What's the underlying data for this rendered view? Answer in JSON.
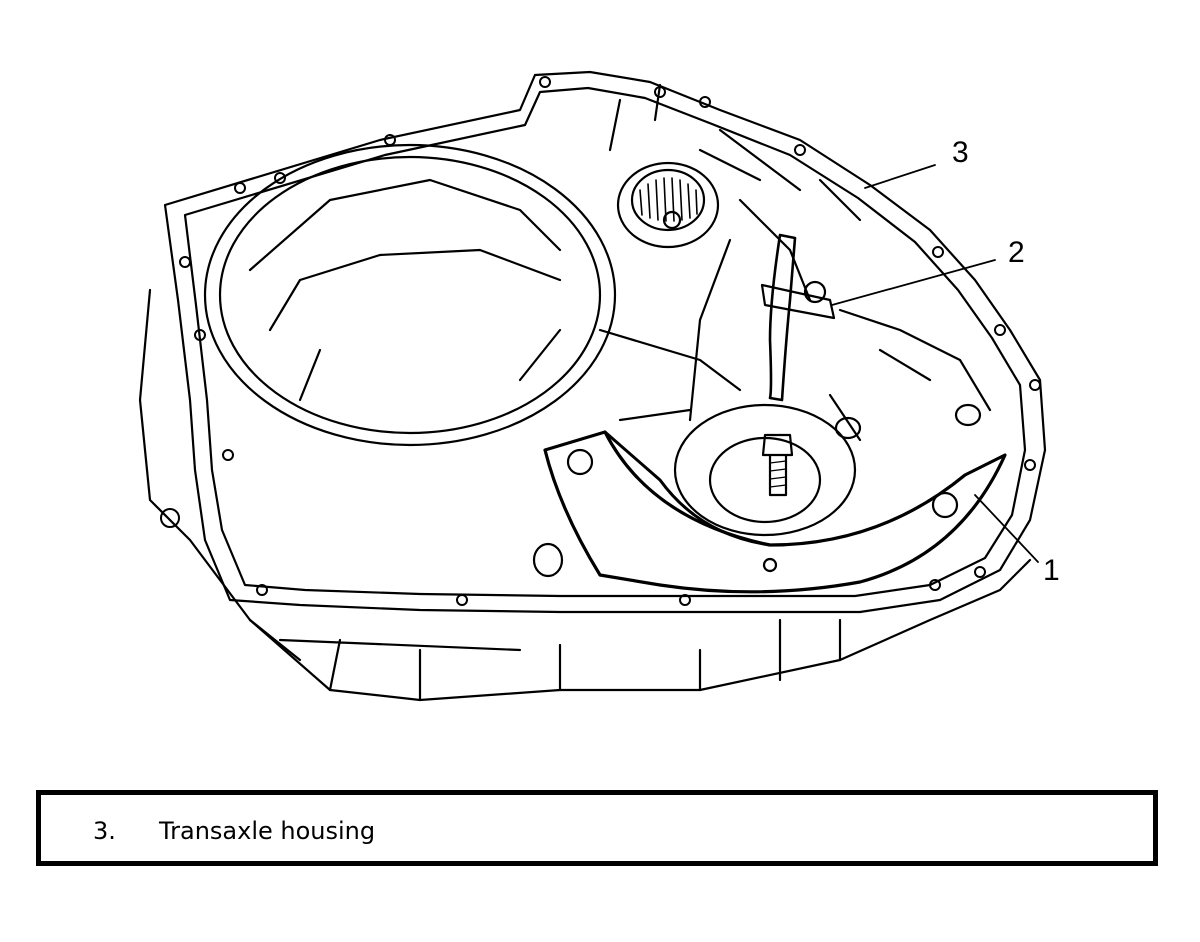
{
  "callouts": [
    {
      "label": "1"
    },
    {
      "label": "2"
    },
    {
      "label": "3"
    }
  ],
  "caption": {
    "number": "3.",
    "text": "Transaxle housing"
  }
}
